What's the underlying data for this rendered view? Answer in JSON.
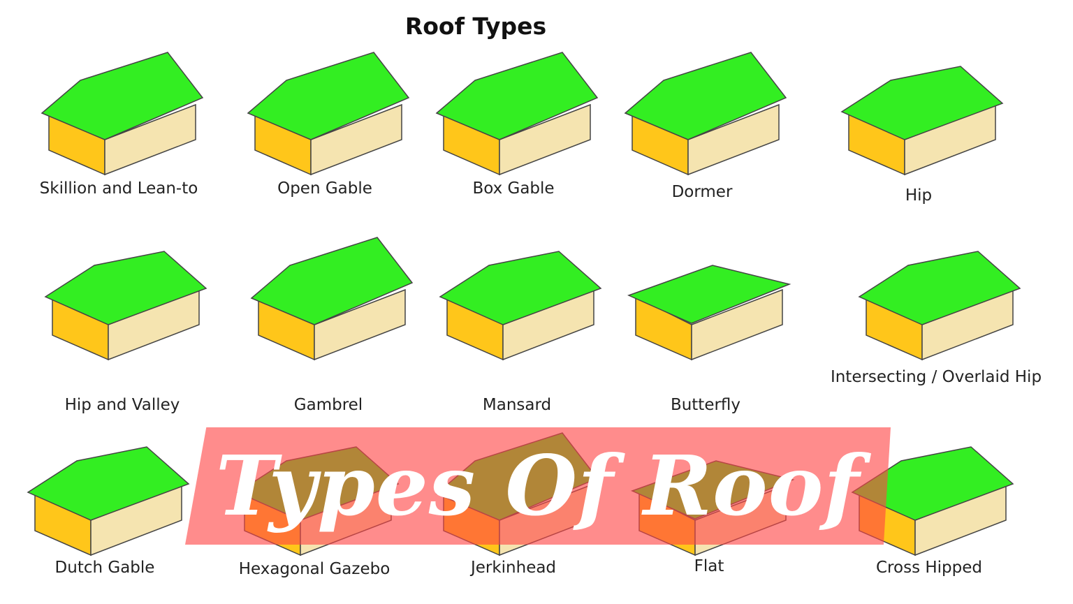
{
  "title": "Roof Types",
  "banner": "Types Of Roof",
  "colors": {
    "roof": "#33ee22",
    "wall_front": "#ffc61a",
    "wall_side": "#f5e4b0",
    "banner": "#ff4646"
  },
  "roof_types": [
    {
      "label": "Skillion and Lean-to",
      "shape": "gable"
    },
    {
      "label": "Open Gable",
      "shape": "gable"
    },
    {
      "label": "Box Gable",
      "shape": "gable"
    },
    {
      "label": "Dormer",
      "shape": "gable"
    },
    {
      "label": "Hip",
      "shape": "hip"
    },
    {
      "label": "Hip and Valley",
      "shape": "hip"
    },
    {
      "label": "Gambrel",
      "shape": "gable"
    },
    {
      "label": "Mansard",
      "shape": "hip"
    },
    {
      "label": "Butterfly",
      "shape": "flat"
    },
    {
      "label": "Intersecting / Overlaid Hip",
      "shape": "hip"
    },
    {
      "label": "Dutch Gable",
      "shape": "hip"
    },
    {
      "label": "Hexagonal Gazebo",
      "shape": "hip"
    },
    {
      "label": "Jerkinhead",
      "shape": "gable"
    },
    {
      "label": "Flat",
      "shape": "flat"
    },
    {
      "label": "Cross Hipped",
      "shape": "hip"
    }
  ]
}
